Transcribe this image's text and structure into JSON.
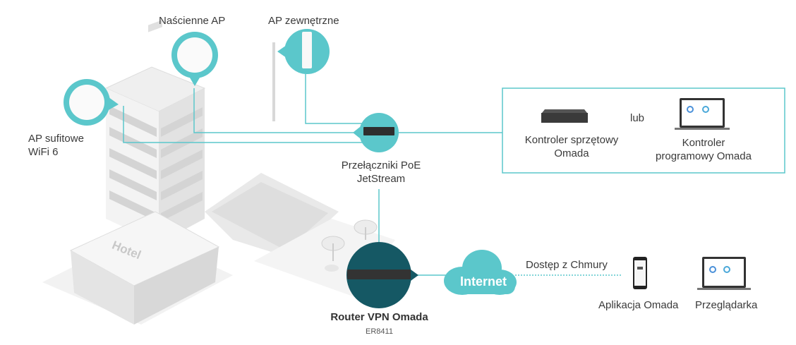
{
  "colors": {
    "teal": "#5bc7cb",
    "dark_teal": "#155864",
    "building": "#e6e6e6",
    "line": "#5bc7cb"
  },
  "devices": {
    "wall_ap": {
      "label": "Naścienne AP"
    },
    "outdoor_ap": {
      "label": "AP zewnętrzne"
    },
    "ceiling_ap": {
      "label_line1": "AP sufitowe",
      "label_line2": "WiFi 6"
    },
    "poe_switch": {
      "label_line1": "Przełączniki PoE",
      "label_line2": "JetStream"
    },
    "hw_controller": {
      "label_line1": "Kontroler sprzętowy",
      "label_line2": "Omada"
    },
    "sw_controller": {
      "label_line1": "Kontroler",
      "label_line2": "programowy Omada"
    },
    "or_text": "lub",
    "router": {
      "label": "Router VPN Omada",
      "model": "ER8411"
    },
    "internet": {
      "label": "Internet"
    },
    "cloud_access": {
      "label": "Dostęp z Chmury"
    },
    "app": {
      "label": "Aplikacja Omada"
    },
    "browser": {
      "label": "Przeglądarka"
    }
  },
  "building_sign": "Hotel"
}
